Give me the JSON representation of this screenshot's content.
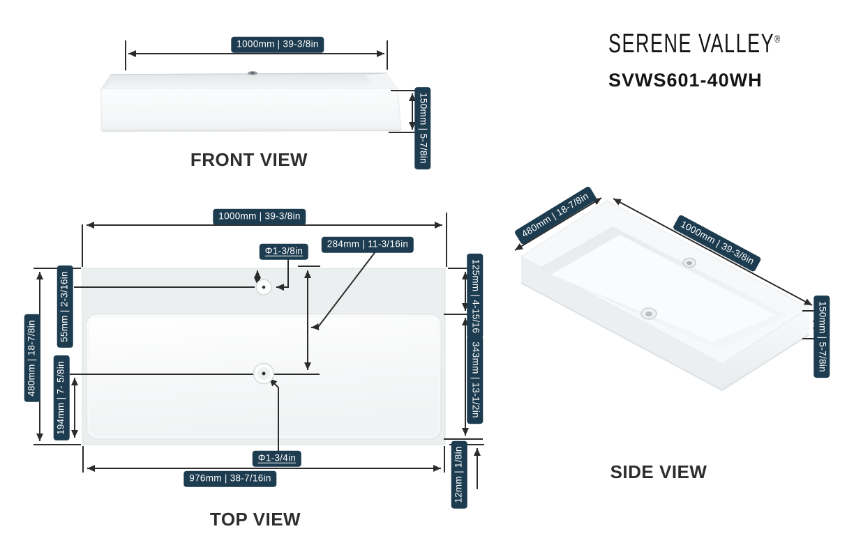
{
  "brand": {
    "name": "SERENE VALLEY",
    "registered": "®",
    "model": "SVWS601-40WH"
  },
  "colors": {
    "badge_bg": "#1d3c50",
    "line": "#2b2b2b",
    "title": "#2b2d2e"
  },
  "views": {
    "front": {
      "title": "FRONT VIEW",
      "dims": {
        "width": "1000mm | 39-3/8in",
        "height": "150mm | 5-7/8in"
      }
    },
    "top": {
      "title": "TOP VIEW",
      "dims": {
        "width": "1000mm | 39-3/8in",
        "depth": "480mm | 18-7/8in",
        "faucet_from_back": "55mm | 2-3/16in",
        "drain_from_back": "284mm | 11-3/16in",
        "drain_to_front": "194mm | 7- 5/8in",
        "faucet_hole_diameter": "Φ1-3/8in",
        "drain_hole_diameter": "Φ1-3/4in",
        "back_deck": "125mm | 4-15/16",
        "basin_length": "343mm | 13-1/2in",
        "wall_thickness": "12mm | 1/8in",
        "inner_width": "976mm | 38-7/16in"
      }
    },
    "side": {
      "title": "SIDE VIEW",
      "dims": {
        "depth": "480mm | 18-7/8in",
        "width": "1000mm | 39-3/8in",
        "height": "150mm | 5-7/8in"
      }
    }
  }
}
